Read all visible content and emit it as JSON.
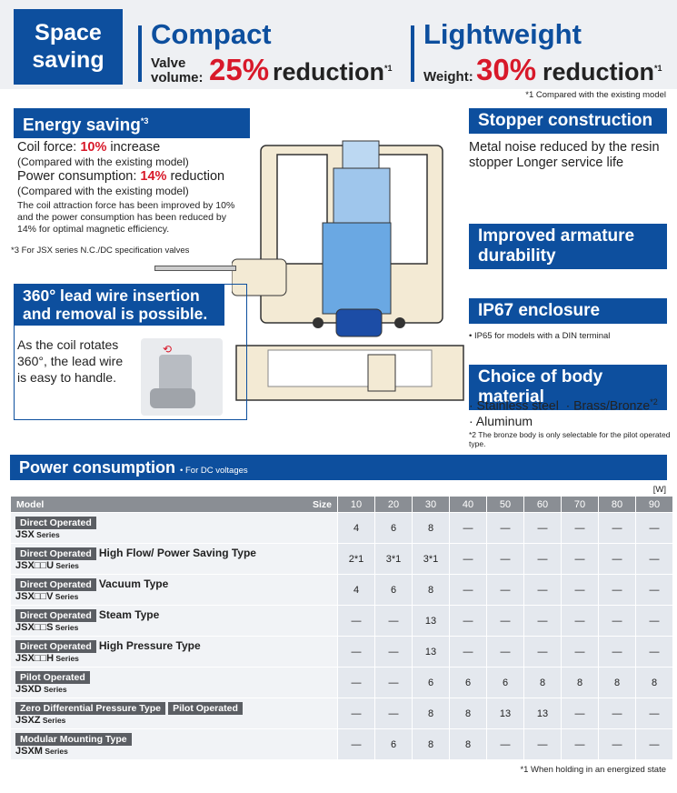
{
  "header": {
    "space_l1": "Space",
    "space_l2": "saving",
    "compact": "Compact",
    "valve_l1": "Valve",
    "valve_l2": "volume:",
    "compact_pct": "25%",
    "compact_red": "reduction",
    "compact_note": "*1",
    "light": "Lightweight",
    "weight": "Weight:",
    "light_pct": "30%",
    "light_red": "reduction",
    "light_note": "*1",
    "footnote": "*1 Compared with the existing model"
  },
  "energy": {
    "title": "Energy saving",
    "title_note": "*3",
    "coil_a": "Coil force: ",
    "coil_b": "10%",
    "coil_c": " increase",
    "coil_cmp": "(Compared with the existing model)",
    "power_a": "Power consumption: ",
    "power_b": "14%",
    "power_c": " reduction",
    "power_cmp": "(Compared with the existing model)",
    "desc": "The coil attraction force has been improved by 10% and the power consumption has been reduced by 14% for optimal magnetic efficiency.",
    "note3": "*3  For JSX series N.C./DC specification valves"
  },
  "lead": {
    "title_l1": "360° lead wire insertion",
    "title_l2": "and removal is possible.",
    "text": "As the coil rotates 360°, the lead wire is easy to handle."
  },
  "stopper": {
    "title": "Stopper construction",
    "text": "Metal noise reduced by the resin stopper Longer service life"
  },
  "armature": {
    "title_l1": "Improved armature",
    "title_l2": "durability"
  },
  "ip67": {
    "title": "IP67 enclosure",
    "note": "IP65 for models with a DIN terminal"
  },
  "body": {
    "title": "Choice of body material",
    "l1a": "· Stainless steel",
    "l1b": "· Brass/Bronze",
    "l1n": "*2",
    "l2": "· Aluminum",
    "note": "*2  The bronze body is only selectable for the pilot operated type."
  },
  "power": {
    "title": "Power consumption",
    "note": "For DC voltages",
    "unit": "[W]",
    "model_h": "Model",
    "size_h": "Size",
    "sizes": [
      "10",
      "20",
      "30",
      "40",
      "50",
      "60",
      "70",
      "80",
      "90"
    ],
    "rows": [
      {
        "tags": [
          "Direct Operated"
        ],
        "extra": "",
        "series": "JSX",
        "series_suffix": " Series",
        "vals": [
          "4",
          "6",
          "8",
          "—",
          "—",
          "—",
          "—",
          "—",
          "—"
        ]
      },
      {
        "tags": [
          "Direct Operated"
        ],
        "extra": "High Flow/ Power Saving Type",
        "series": "JSX□□U",
        "series_suffix": " Series",
        "vals": [
          "2*1",
          "3*1",
          "3*1",
          "—",
          "—",
          "—",
          "—",
          "—",
          "—"
        ]
      },
      {
        "tags": [
          "Direct Operated"
        ],
        "extra": "Vacuum Type",
        "series": "JSX□□V",
        "series_suffix": " Series",
        "vals": [
          "4",
          "6",
          "8",
          "—",
          "—",
          "—",
          "—",
          "—",
          "—"
        ]
      },
      {
        "tags": [
          "Direct Operated"
        ],
        "extra": "Steam Type",
        "series": "JSX□□S",
        "series_suffix": " Series",
        "vals": [
          "—",
          "—",
          "13",
          "—",
          "—",
          "—",
          "—",
          "—",
          "—"
        ]
      },
      {
        "tags": [
          "Direct Operated"
        ],
        "extra": "High Pressure Type",
        "series": "JSX□□H",
        "series_suffix": " Series",
        "vals": [
          "—",
          "—",
          "13",
          "—",
          "—",
          "—",
          "—",
          "—",
          "—"
        ]
      },
      {
        "tags": [
          "Pilot Operated"
        ],
        "extra": "",
        "series": "JSXD",
        "series_suffix": " Series",
        "vals": [
          "—",
          "—",
          "6",
          "6",
          "6",
          "8",
          "8",
          "8",
          "8"
        ]
      },
      {
        "tags": [
          "Zero Differential Pressure Type",
          "Pilot Operated"
        ],
        "extra": "",
        "series": "JSXZ",
        "series_suffix": " Series",
        "vals": [
          "—",
          "—",
          "8",
          "8",
          "13",
          "13",
          "—",
          "—",
          "—"
        ]
      },
      {
        "tags": [
          "Modular Mounting Type"
        ],
        "extra": "",
        "series": "JSXM",
        "series_suffix": " Series",
        "vals": [
          "—",
          "6",
          "8",
          "8",
          "—",
          "—",
          "—",
          "—",
          "—"
        ]
      }
    ],
    "footnote": "*1  When holding in an energized state"
  }
}
